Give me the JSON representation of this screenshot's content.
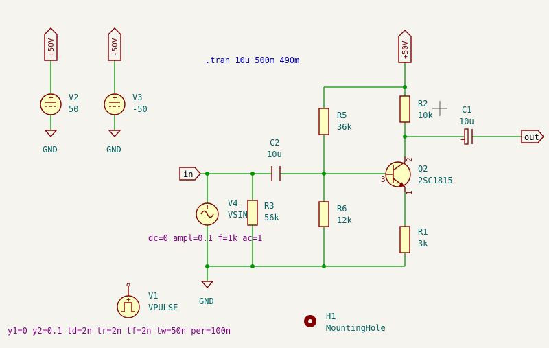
{
  "power": {
    "p50_left": "+50V",
    "m50_left": "-50V",
    "p50_right": "+50V"
  },
  "directive": ".tran 10u 500m 490m",
  "components": {
    "V2": {
      "ref": "V2",
      "value": "50"
    },
    "V3": {
      "ref": "V3",
      "value": "-50"
    },
    "V4": {
      "ref": "V4",
      "value": "VSIN",
      "params": "dc=0 ampl=0.1 f=1k ac=1"
    },
    "V1": {
      "ref": "V1",
      "value": "VPULSE",
      "params": "y1=0 y2=0.1 td=2n tr=2n tf=2n tw=50n per=100n"
    },
    "C1": {
      "ref": "C1",
      "value": "10u"
    },
    "C2": {
      "ref": "C2",
      "value": "10u"
    },
    "R1": {
      "ref": "R1",
      "value": "3k"
    },
    "R2": {
      "ref": "R2",
      "value": "10k"
    },
    "R3": {
      "ref": "R3",
      "value": "56k"
    },
    "R5": {
      "ref": "R5",
      "value": "36k"
    },
    "R6": {
      "ref": "R6",
      "value": "12k"
    },
    "Q2": {
      "ref": "Q2",
      "value": "2SC1815",
      "pin_b": "3",
      "pin_c": "2",
      "pin_e": "1"
    },
    "H1": {
      "ref": "H1",
      "value": "MountingHole"
    }
  },
  "gnd": {
    "gnd_v2": "GND",
    "gnd_v3": "GND",
    "gnd_main": "GND"
  },
  "ports": {
    "in": "in",
    "out": "out"
  }
}
